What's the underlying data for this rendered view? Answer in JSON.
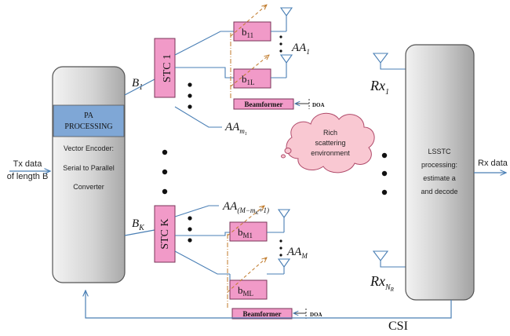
{
  "tx": {
    "line1": "Tx data",
    "line2": "of length B"
  },
  "encoder": {
    "pa_line1": "PA",
    "pa_line2": "PROCESSING",
    "text_line1": "Vector Encoder:",
    "text_line2": "Serial to Parallel",
    "text_line3": "Converter"
  },
  "branches": {
    "b1_main": "B",
    "b1_sub": "1",
    "bk_main": "B",
    "bk_sub": "K"
  },
  "stc": {
    "top": "STC 1",
    "bottom": "STC K"
  },
  "top_group": {
    "box1_main": "b",
    "box1_sub": "11",
    "box2_main": "b",
    "box2_sub": "1L",
    "beamformer": "Beamformer",
    "doa": "DOA",
    "aa_main": "AA",
    "aa_sub": "1",
    "aam_main": "AA",
    "aam_sub": "m",
    "aam_subsub": "1"
  },
  "bottom_group": {
    "box1_main": "b",
    "box1_sub": "M1",
    "box2_main": "b",
    "box2_sub": "ML",
    "beamformer": "Beamformer",
    "doa": "DOA",
    "aa_main": "AA",
    "aa_sub": "M",
    "aa_top_main": "AA",
    "aa_top_sub": "(M−m",
    "aa_top_subsub": "K",
    "aa_top_tail": "+1)"
  },
  "cloud": {
    "line1": "Rich",
    "line2": "scattering",
    "line3": "environment"
  },
  "receivers": {
    "rx1_main": "Rx",
    "rx1_sub": "1",
    "rxn_main": "Rx",
    "rxn_sub": "N",
    "rxn_subsub": "R"
  },
  "decoder": {
    "line1": "LSSTC",
    "line2": "processing:",
    "line3": "estimate a",
    "line4": "and decode"
  },
  "rx_output": "Rx data",
  "feedback": "CSI",
  "colors": {
    "box_fill": "#f19ac8",
    "box_stroke": "#7a3458",
    "pa_fill": "#7fa7d6",
    "line_blue": "#4a7fb5",
    "cloud_fill": "#f9c8d2",
    "beam_dash": "#c07a2a",
    "tx_gradient_light": "#f3f3f3",
    "tx_gradient_dark": "#a9a9a9"
  }
}
